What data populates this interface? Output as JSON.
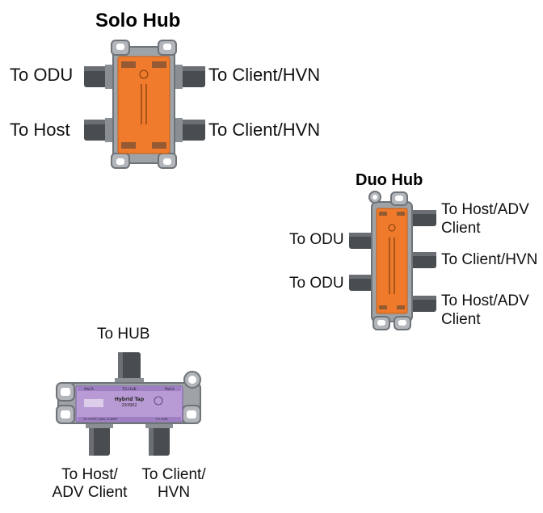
{
  "solo_hub": {
    "title": "Solo Hub",
    "left_top": "To ODU",
    "left_bottom": "To Host",
    "right_top": "To Client/HVN",
    "right_bottom": "To Client/HVN"
  },
  "duo_hub": {
    "title": "Duo Hub",
    "left_top": "To ODU",
    "left_bottom": "To ODU",
    "right_top_line1": "To Host/ADV",
    "right_top_line2": "Client",
    "right_middle": "To Client/HVN",
    "right_bottom_line1": "To Host/ADV",
    "right_bottom_line2": "Client"
  },
  "hybrid_tap": {
    "top": "To HUB",
    "bottom_left_line1": "To Host/",
    "bottom_left_line2": "ADV Client",
    "bottom_right_line1": "To Client/",
    "bottom_right_line2": "HVN",
    "device_text": {
      "top_port": "TO HUB",
      "name": "Hybrid Tap",
      "model": "293902",
      "left_port": "TO HOST/ ADV CLIENT",
      "right_port": "TO HVN",
      "moca_1": "MoCA",
      "moca_2": "MoCA"
    }
  },
  "colors": {
    "solo_body": "#f07b2d",
    "duo_body": "#ef7a2b",
    "tap_body": "#b89bd4",
    "metal": "#9ea3a8",
    "connector": "#4a4d50"
  }
}
